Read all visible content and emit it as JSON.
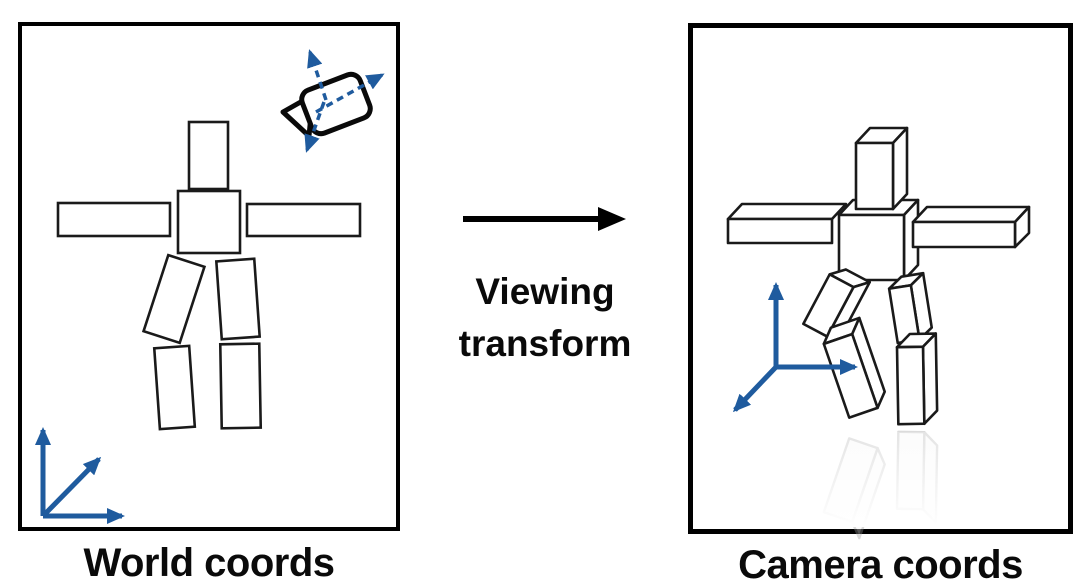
{
  "diagram": {
    "title": "Viewing transform diagram",
    "transform_arrow": {
      "label_line1": "Viewing",
      "label_line2": "transform",
      "direction": "right"
    },
    "left_panel": {
      "caption": "World coords",
      "icons": {
        "camera": "camera-icon",
        "camera_orientation_axes": "camera-axes-dashed-icon",
        "world_origin_axes": "world-axes-icon"
      },
      "figure": "2d-humanoid-of-rectangles"
    },
    "right_panel": {
      "caption": "Camera coords",
      "icons": {
        "camera_origin_axes": "camera-axes-icon"
      },
      "figure": "3d-humanoid-of-boxes-with-reflection"
    },
    "colors": {
      "axis_blue": "#1f5b9e",
      "outline": "#1a1a1a",
      "background": "#ffffff"
    }
  }
}
